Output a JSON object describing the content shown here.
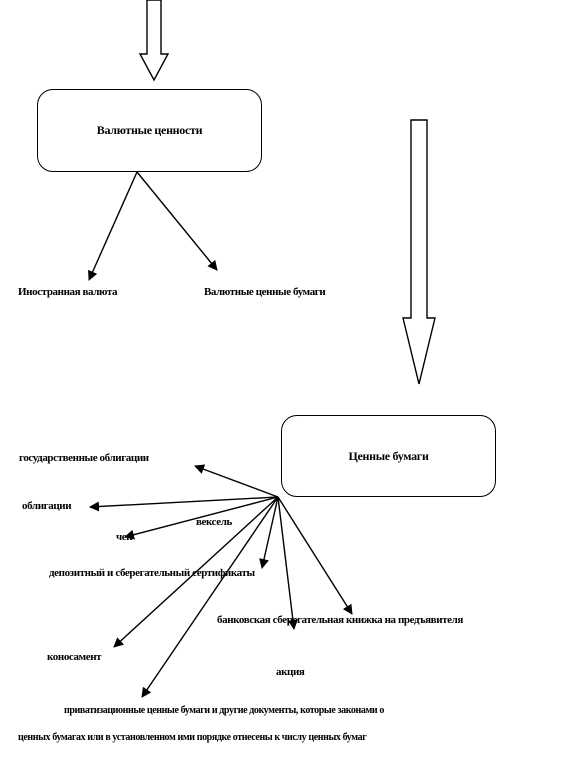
{
  "nodes": {
    "box_top": "Валютные ценности",
    "box_bottom": "Ценные бумаги"
  },
  "labels": {
    "foreign_currency": "Иностранная валюта",
    "currency_securities": "Валютные ценные бумаги",
    "gov_bonds": "государственные облигации",
    "bonds": "облигации",
    "bill": "вексель",
    "check": "чек",
    "deposit_cert": "депозитный и сберегательный сертификаты",
    "bank_savings_book": "банковская сберегательная книжка на предъявителя",
    "bill_of_lading": "коносамент",
    "shares": "акция",
    "other_line1": "приватизационные ценные бумаги и другие документы, которые законами о",
    "other_line2": "ценных бумагах или в установленном ими порядке отнесены к числу ценных бумаг"
  }
}
